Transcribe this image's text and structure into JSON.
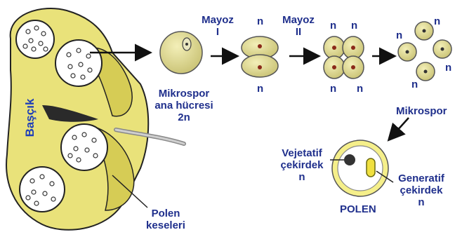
{
  "anther_label": "Başçık",
  "meiosis_1": {
    "line1": "Mayoz",
    "line2": "I"
  },
  "meiosis_2": {
    "line1": "Mayoz",
    "line2": "II"
  },
  "microspore_mother_cell": {
    "line1": "Mikrospor",
    "line2": "ana hücresi",
    "line3": "2n"
  },
  "haploid": "n",
  "microspore_label": "Mikrospor",
  "pollen_sacs": {
    "line1": "Polen",
    "line2": "keseleri"
  },
  "vegetative_nucleus": {
    "line1": "Vejetatif",
    "line2": "çekirdek",
    "line3": "n"
  },
  "generative_nucleus": {
    "line1": "Generatif",
    "line2": "çekirdek",
    "line3": "n"
  },
  "pollen_label": "POLEN",
  "colors": {
    "label": "#1f2f8c",
    "tissue": "#e8e27a",
    "tissue_dark": "#c9bf4a",
    "outline": "#222222",
    "cell_fill": "#dcd690",
    "arrow": "#111111"
  }
}
